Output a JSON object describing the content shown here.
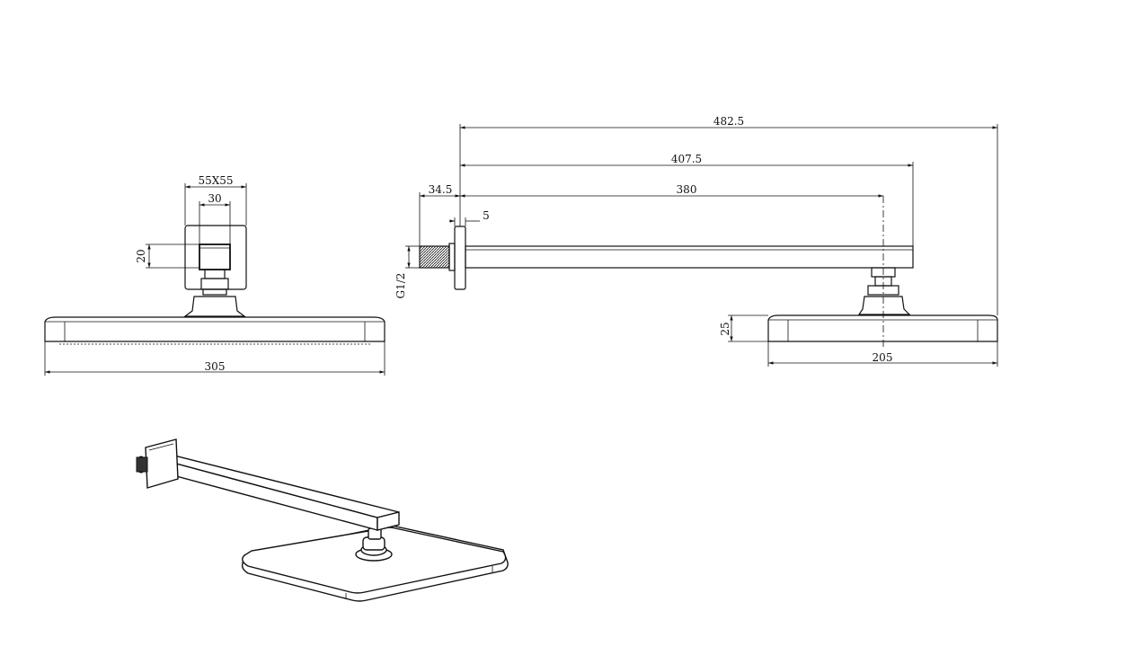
{
  "drawing": {
    "front_view": {
      "flange_size_label": "55X55",
      "inner_width_label": "30",
      "height_label": "20",
      "head_width_label": "305"
    },
    "side_view": {
      "total_length_label": "482.5",
      "arm_length_label": "407.5",
      "arm_inner_length_label": "380",
      "thread_length_label": "34.5",
      "flange_thickness_label": "5",
      "thread_label": "G1/2",
      "head_thickness_label": "25",
      "head_depth_label": "205"
    }
  }
}
